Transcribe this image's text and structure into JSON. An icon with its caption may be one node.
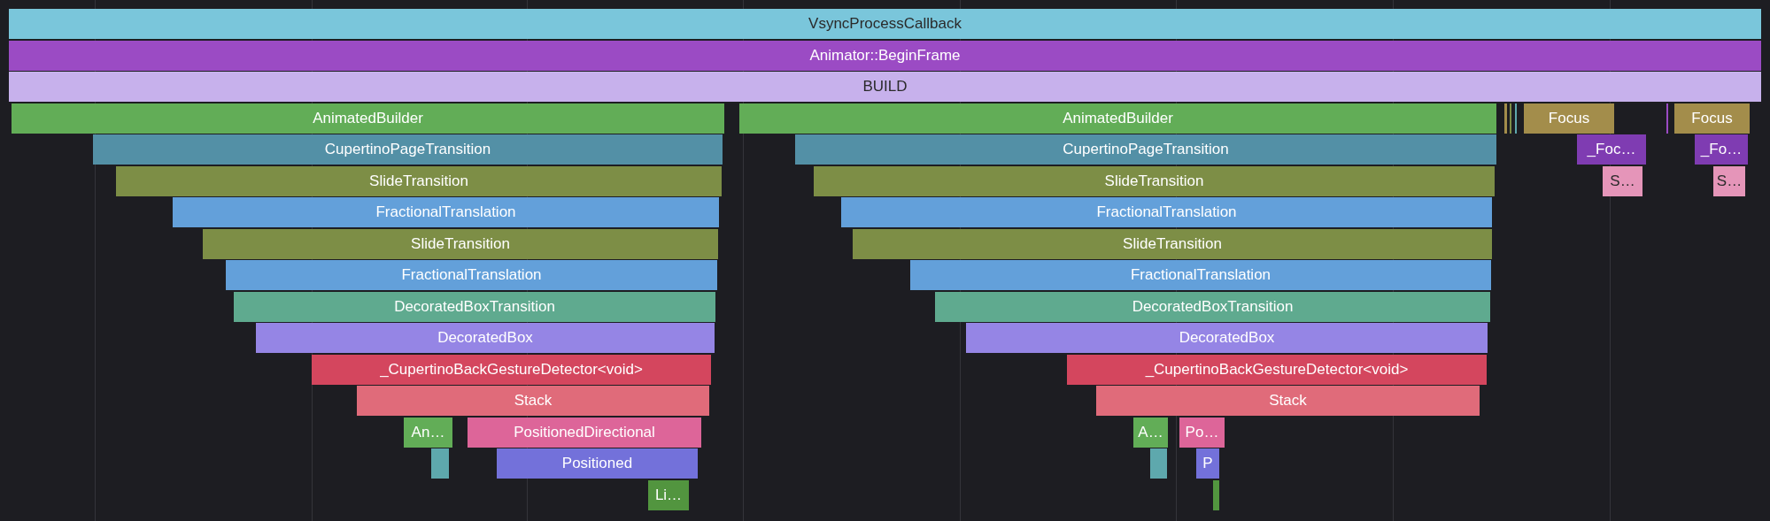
{
  "diagram": {
    "nodes": [
      {
        "text": [
          "VsyncProcessCallback"
        ]
      },
      {
        "text": [
          "Animator::BeginFrame"
        ]
      },
      {
        "text": [
          "BUILD"
        ]
      },
      {
        "text": [
          "AnimatedBuilder"
        ]
      },
      {
        "text": [
          "AnimatedBuilder"
        ]
      },
      {
        "text": [],
        "shape": "bar"
      },
      {
        "text": [],
        "shape": "bar"
      },
      {
        "text": [],
        "shape": "bar"
      },
      {
        "text": [
          "Focus"
        ]
      },
      {
        "text": [],
        "shape": "bar"
      },
      {
        "text": [
          "Focus"
        ]
      },
      {
        "text": [
          "CupertinoPageTransition"
        ]
      },
      {
        "text": [
          "CupertinoPageTransition"
        ]
      },
      {
        "text": [
          "_Foc…"
        ]
      },
      {
        "text": [
          "_Fo…"
        ]
      },
      {
        "text": [
          "SlideTransition"
        ]
      },
      {
        "text": [
          "SlideTransition"
        ]
      },
      {
        "text": [
          "S…"
        ]
      },
      {
        "text": [
          "S…"
        ]
      },
      {
        "text": [
          "FractionalTranslation"
        ]
      },
      {
        "text": [
          "FractionalTranslation"
        ]
      },
      {
        "text": [
          "SlideTransition"
        ]
      },
      {
        "text": [
          "SlideTransition"
        ]
      },
      {
        "text": [
          "FractionalTranslation"
        ]
      },
      {
        "text": [
          "FractionalTranslation"
        ]
      },
      {
        "text": [
          "DecoratedBoxTransition"
        ]
      },
      {
        "text": [
          "DecoratedBoxTransition"
        ]
      },
      {
        "text": [
          "DecoratedBox"
        ]
      },
      {
        "text": [
          "DecoratedBox"
        ]
      },
      {
        "text": [
          "_CupertinoBackGestureDetector<void>"
        ]
      },
      {
        "text": [
          "_CupertinoBackGestureDetector<void>"
        ]
      },
      {
        "text": [
          "Stack"
        ]
      },
      {
        "text": [
          "Stack"
        ]
      },
      {
        "text": [
          "An…"
        ]
      },
      {
        "text": [
          "PositionedDirectional"
        ]
      },
      {
        "text": [
          "A…"
        ]
      },
      {
        "text": [
          "Po…"
        ]
      },
      {
        "text": [],
        "shape": "bar"
      },
      {
        "text": [
          "Positioned"
        ]
      },
      {
        "text": [],
        "shape": "bar"
      },
      {
        "text": [
          "P"
        ]
      },
      {
        "text": [
          "Li…"
        ]
      },
      {
        "text": [],
        "shape": "bar"
      }
    ]
  }
}
